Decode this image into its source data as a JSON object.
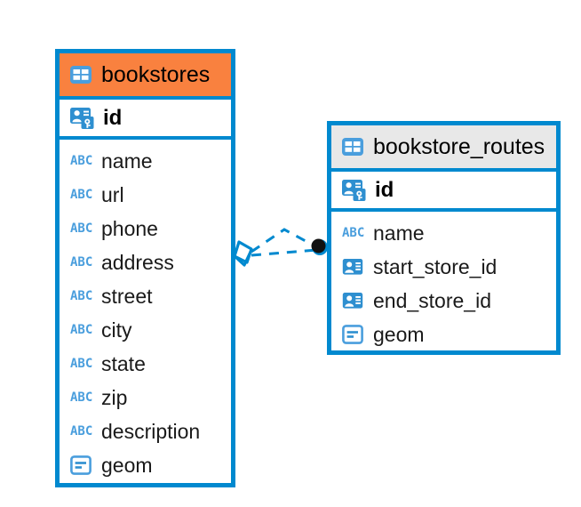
{
  "diagram": {
    "type": "entity-relationship-diagram",
    "accent_color": "#0089cf",
    "icon_blue": "#4a9edd",
    "header_orange": "#f9813f",
    "header_gray": "#e8e8e8",
    "tables": [
      {
        "name": "bookstores",
        "header_style": "orange",
        "table_icon": "table-icon",
        "primary_key": {
          "label": "id",
          "icon": "primary-key-icon"
        },
        "fields": [
          {
            "label": "name",
            "icon": "text-type-icon"
          },
          {
            "label": "url",
            "icon": "text-type-icon"
          },
          {
            "label": "phone",
            "icon": "text-type-icon"
          },
          {
            "label": "address",
            "icon": "text-type-icon"
          },
          {
            "label": "street",
            "icon": "text-type-icon"
          },
          {
            "label": "city",
            "icon": "text-type-icon"
          },
          {
            "label": "state",
            "icon": "text-type-icon"
          },
          {
            "label": "zip",
            "icon": "text-type-icon"
          },
          {
            "label": "description",
            "icon": "text-type-icon"
          },
          {
            "label": "geom",
            "icon": "geometry-type-icon"
          }
        ]
      },
      {
        "name": "bookstore_routes",
        "header_style": "gray",
        "table_icon": "table-icon",
        "primary_key": {
          "label": "id",
          "icon": "primary-key-icon"
        },
        "fields": [
          {
            "label": "name",
            "icon": "text-type-icon"
          },
          {
            "label": "start_store_id",
            "icon": "foreign-key-icon"
          },
          {
            "label": "end_store_id",
            "icon": "foreign-key-icon"
          },
          {
            "label": "geom",
            "icon": "geometry-type-icon"
          }
        ]
      }
    ],
    "relationship": {
      "source_table": "bookstores",
      "target_table": "bookstore_routes",
      "line_style": "dashed",
      "source_marker": "diamond-crowsfoot-marker",
      "target_marker": "filled-circle-marker",
      "color": "#0089cf"
    },
    "abc_glyph": "ABC"
  }
}
